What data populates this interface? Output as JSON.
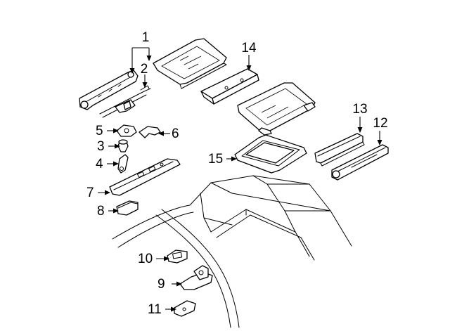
{
  "diagram": {
    "callouts": [
      {
        "id": "1",
        "text": "1"
      },
      {
        "id": "2",
        "text": "2"
      },
      {
        "id": "3",
        "text": "3"
      },
      {
        "id": "4",
        "text": "4"
      },
      {
        "id": "5",
        "text": "5"
      },
      {
        "id": "6",
        "text": "6"
      },
      {
        "id": "7",
        "text": "7"
      },
      {
        "id": "8",
        "text": "8"
      },
      {
        "id": "9",
        "text": "9"
      },
      {
        "id": "10",
        "text": "10"
      },
      {
        "id": "11",
        "text": "11"
      },
      {
        "id": "12",
        "text": "12"
      },
      {
        "id": "13",
        "text": "13"
      },
      {
        "id": "14",
        "text": "14"
      },
      {
        "id": "15",
        "text": "15"
      }
    ],
    "colors": {
      "line": "#000000",
      "background": "#ffffff"
    }
  }
}
